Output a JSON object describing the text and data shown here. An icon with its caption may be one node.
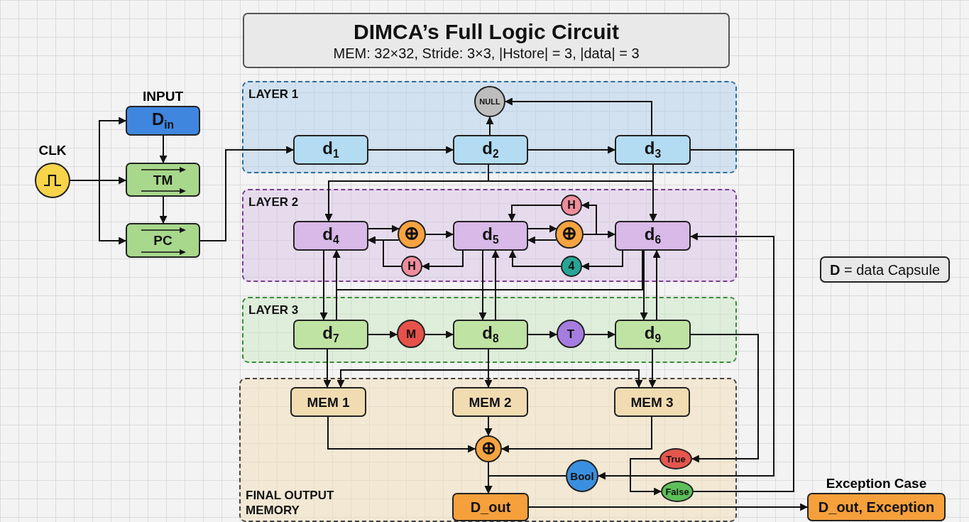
{
  "diagram": {
    "nodes": [
      {
        "text": [
          "DIMCA’s Full Logic Circuit",
          "MEM: 32×32, Stride: 3×3, |Hstore| = 3, |data| = 3"
        ]
      },
      {
        "text": [
          "CLK"
        ]
      },
      {
        "text": [
          "INPUT",
          "D$_{in}$"
        ]
      },
      {
        "text": [
          "TM"
        ]
      },
      {
        "text": [
          "PC"
        ]
      },
      {
        "text": [
          "LAYER 1"
        ]
      },
      {
        "text": [
          "NULL"
        ],
        "in": 5
      },
      {
        "text": [
          "d$_{1}$"
        ],
        "in": 5
      },
      {
        "text": [
          "d$_{2}$"
        ],
        "in": 5
      },
      {
        "text": [
          "d$_{3}$"
        ],
        "in": 5
      },
      {
        "text": [
          "LAYER 2"
        ]
      },
      {
        "text": [
          "H"
        ],
        "in": 10
      },
      {
        "text": [
          "d$_{4}$"
        ],
        "in": 10
      },
      {
        "text": [
          "⊕"
        ],
        "in": 10
      },
      {
        "text": [
          "d$_{5}$"
        ],
        "in": 10
      },
      {
        "text": [
          "⊕"
        ],
        "in": 10
      },
      {
        "text": [
          "d$_{6}$"
        ],
        "in": 10
      },
      {
        "text": [
          "H"
        ],
        "in": 10
      },
      {
        "text": [
          "4"
        ],
        "in": 10
      },
      {
        "text": [
          "LAYER 3"
        ]
      },
      {
        "text": [
          "d$_{7}$"
        ],
        "in": 19
      },
      {
        "text": [
          "M"
        ],
        "in": 19
      },
      {
        "text": [
          "d$_{8}$"
        ],
        "in": 19
      },
      {
        "text": [
          "T"
        ],
        "in": 19
      },
      {
        "text": [
          "d$_{9}$"
        ],
        "in": 19
      },
      {
        "text": [
          "FINAL OUTPUT MEMORY"
        ]
      },
      {
        "text": [
          "MEM 1"
        ],
        "in": 25
      },
      {
        "text": [
          "MEM 2"
        ],
        "in": 25
      },
      {
        "text": [
          "MEM 3"
        ],
        "in": 25
      },
      {
        "text": [
          "⊕"
        ],
        "in": 25
      },
      {
        "text": [
          "True"
        ],
        "in": 25
      },
      {
        "text": [
          "Bool"
        ],
        "in": 25
      },
      {
        "text": [
          "False"
        ],
        "in": 25
      },
      {
        "text": [
          "D_out"
        ],
        "in": 25
      },
      {
        "text": [
          "Exception Case",
          "D_out, Exception"
        ]
      },
      {
        "text": [
          "**D** = data Capsule"
        ]
      }
    ],
    "edges": [
      {
        "from": 1,
        "to": 2,
        "arrow": "to"
      },
      {
        "from": 1,
        "to": 3,
        "arrow": "to"
      },
      {
        "from": 1,
        "to": 4,
        "arrow": "to"
      },
      {
        "from": 2,
        "to": 3,
        "arrow": "to"
      },
      {
        "from": 3,
        "to": 4,
        "arrow": "to"
      },
      {
        "from": 4,
        "to": 7,
        "arrow": "to"
      },
      {
        "from": 7,
        "to": 8,
        "arrow": "to"
      },
      {
        "from": 8,
        "to": 9,
        "arrow": "to"
      },
      {
        "from": 8,
        "to": 6,
        "arrow": "to"
      },
      {
        "from": 9,
        "to": 6,
        "arrow": "to"
      },
      {
        "from": 8,
        "to": 12,
        "arrow": "to"
      },
      {
        "from": 8,
        "to": 16,
        "arrow": "to"
      },
      {
        "from": 9,
        "to": 16,
        "arrow": "to"
      },
      {
        "from": 9,
        "to": 12,
        "arrow": "to"
      },
      {
        "from": 12,
        "to": 13,
        "arrow": "to"
      },
      {
        "from": 13,
        "to": 12,
        "arrow": "to"
      },
      {
        "from": 13,
        "to": 14,
        "arrow": "to"
      },
      {
        "from": 14,
        "to": 17,
        "arrow": "to"
      },
      {
        "from": 17,
        "to": 12,
        "arrow": "to"
      },
      {
        "from": 14,
        "to": 15,
        "arrow": "to"
      },
      {
        "from": 15,
        "to": 14,
        "arrow": "to"
      },
      {
        "from": 15,
        "to": 16,
        "arrow": "to"
      },
      {
        "from": 15,
        "to": 11,
        "arrow": "to"
      },
      {
        "from": 11,
        "to": 14,
        "arrow": "to"
      },
      {
        "from": 16,
        "to": 18,
        "arrow": "to"
      },
      {
        "from": 18,
        "to": 14,
        "arrow": "to"
      },
      {
        "from": 12,
        "to": 20,
        "arrow": "to"
      },
      {
        "from": 20,
        "to": 12,
        "arrow": "to"
      },
      {
        "from": 14,
        "to": 22,
        "arrow": "to"
      },
      {
        "from": 22,
        "to": 14,
        "arrow": "to"
      },
      {
        "from": 16,
        "to": 24,
        "arrow": "to"
      },
      {
        "from": 24,
        "to": 16,
        "arrow": "to"
      },
      {
        "from": 16,
        "to": 12,
        "arrow": "to"
      },
      {
        "from": 20,
        "to": 21,
        "arrow": "to"
      },
      {
        "from": 21,
        "to": 22,
        "arrow": "to"
      },
      {
        "from": 22,
        "to": 23,
        "arrow": "to"
      },
      {
        "from": 23,
        "to": 24,
        "arrow": "to"
      },
      {
        "from": 20,
        "to": 26,
        "arrow": "to"
      },
      {
        "from": 22,
        "to": 27,
        "arrow": "to"
      },
      {
        "from": 24,
        "to": 28,
        "arrow": "to"
      },
      {
        "from": 22,
        "to": 26,
        "arrow": "to"
      },
      {
        "from": 22,
        "to": 28,
        "arrow": "to"
      },
      {
        "from": 26,
        "to": 29,
        "arrow": "to"
      },
      {
        "from": 27,
        "to": 29,
        "arrow": "to"
      },
      {
        "from": 28,
        "to": 29,
        "arrow": "to"
      },
      {
        "from": 29,
        "to": 33,
        "arrow": "to"
      },
      {
        "from": 24,
        "to": 30,
        "arrow": "to"
      },
      {
        "from": 30,
        "to": 32,
        "arrow": "to"
      },
      {
        "from": 31,
        "to": 16,
        "arrow": "both"
      },
      {
        "from": 9,
        "to": 32,
        "arrow": "none"
      },
      {
        "from": 31,
        "to": 33,
        "arrow": "to"
      },
      {
        "from": 33,
        "to": 34,
        "arrow": "to"
      }
    ]
  }
}
